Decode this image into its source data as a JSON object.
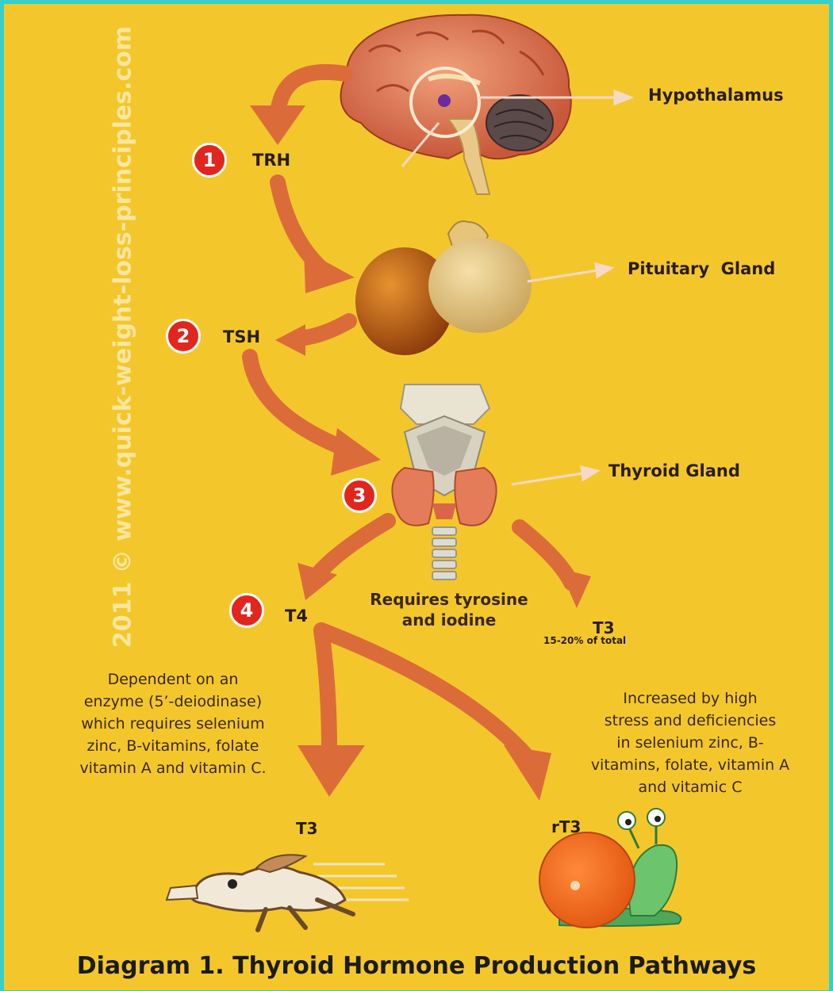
{
  "watermark": "2011 © www.quick-weight-loss-principles.com",
  "organs": {
    "hypothalamus": "Hypothalamus",
    "pituitary": "Pituitary  Gland",
    "thyroid": "Thyroid Gland"
  },
  "steps": [
    {
      "number": "1",
      "hormone": "TRH"
    },
    {
      "number": "2",
      "hormone": "TSH"
    },
    {
      "number": "3",
      "hormone": ""
    },
    {
      "number": "4",
      "hormone": "T4"
    }
  ],
  "thyroid_note": "Requires tyrosine\nand iodine",
  "direct_t3": {
    "label": "T3",
    "sub": "15-20% of total"
  },
  "left_note": "Dependent on an\nenzyme (5’-deiodinase)\nwhich requires selenium\nzinc, B-vitamins, folate\nvitamin A and vitamin C.",
  "right_note": "Increased by high\nstress and deficiencies\nin selenium zinc, B-\nvitamins, folate, vitamin A\nand vitamic C",
  "outputs": {
    "t3": "T3",
    "rt3": "rT3"
  },
  "caption": "Diagram 1. Thyroid Hormone Production Pathways",
  "colors": {
    "background": "#f3c72c",
    "arrow": "#dc6b3a",
    "step_badge": "#e0261e",
    "frame": "#36cfc9"
  }
}
